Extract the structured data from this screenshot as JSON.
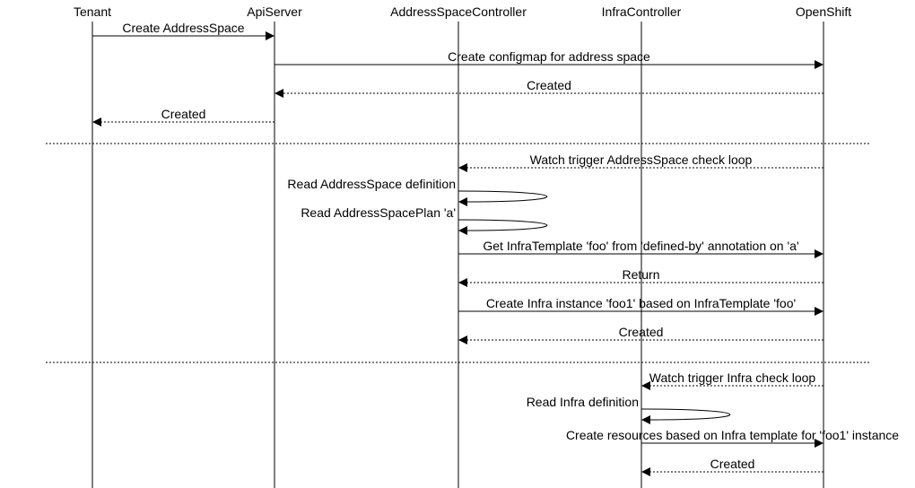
{
  "participants": [
    {
      "id": "tenant",
      "name": "Tenant"
    },
    {
      "id": "api",
      "name": "ApiServer"
    },
    {
      "id": "asc",
      "name": "AddressSpaceController"
    },
    {
      "id": "infra",
      "name": "InfraController"
    },
    {
      "id": "openshift",
      "name": "OpenShift"
    }
  ],
  "messages": [
    {
      "from": "tenant",
      "to": "api",
      "label": "Create AddressSpace",
      "style": "solid"
    },
    {
      "from": "api",
      "to": "openshift",
      "label": "Create configmap for address space",
      "style": "solid"
    },
    {
      "from": "openshift",
      "to": "api",
      "label": "Created",
      "style": "dashed"
    },
    {
      "from": "api",
      "to": "tenant",
      "label": "Created",
      "style": "dashed"
    },
    {
      "divider": true
    },
    {
      "from": "openshift",
      "to": "asc",
      "label": "Watch trigger AddressSpace check loop",
      "style": "dashed"
    },
    {
      "from": "asc",
      "to": "asc",
      "label": "Read AddressSpace definition",
      "style": "self"
    },
    {
      "from": "asc",
      "to": "asc",
      "label": "Read AddressSpacePlan 'a'",
      "style": "self"
    },
    {
      "from": "asc",
      "to": "openshift",
      "label": "Get InfraTemplate 'foo' from 'defined-by' annotation on 'a'",
      "style": "solid"
    },
    {
      "from": "openshift",
      "to": "asc",
      "label": "Return",
      "style": "dashed"
    },
    {
      "from": "asc",
      "to": "openshift",
      "label": "Create Infra instance 'foo1' based on InfraTemplate 'foo'",
      "style": "solid"
    },
    {
      "from": "openshift",
      "to": "asc",
      "label": "Created",
      "style": "dashed"
    },
    {
      "divider": true
    },
    {
      "from": "openshift",
      "to": "infra",
      "label": "Watch trigger Infra check loop",
      "style": "dashed"
    },
    {
      "from": "infra",
      "to": "infra",
      "label": "Read Infra definition",
      "style": "self"
    },
    {
      "from": "infra",
      "to": "openshift",
      "label": "Create resources based on Infra template for 'foo1' instance",
      "style": "solid"
    },
    {
      "from": "openshift",
      "to": "infra",
      "label": "Created",
      "style": "dashed"
    }
  ]
}
